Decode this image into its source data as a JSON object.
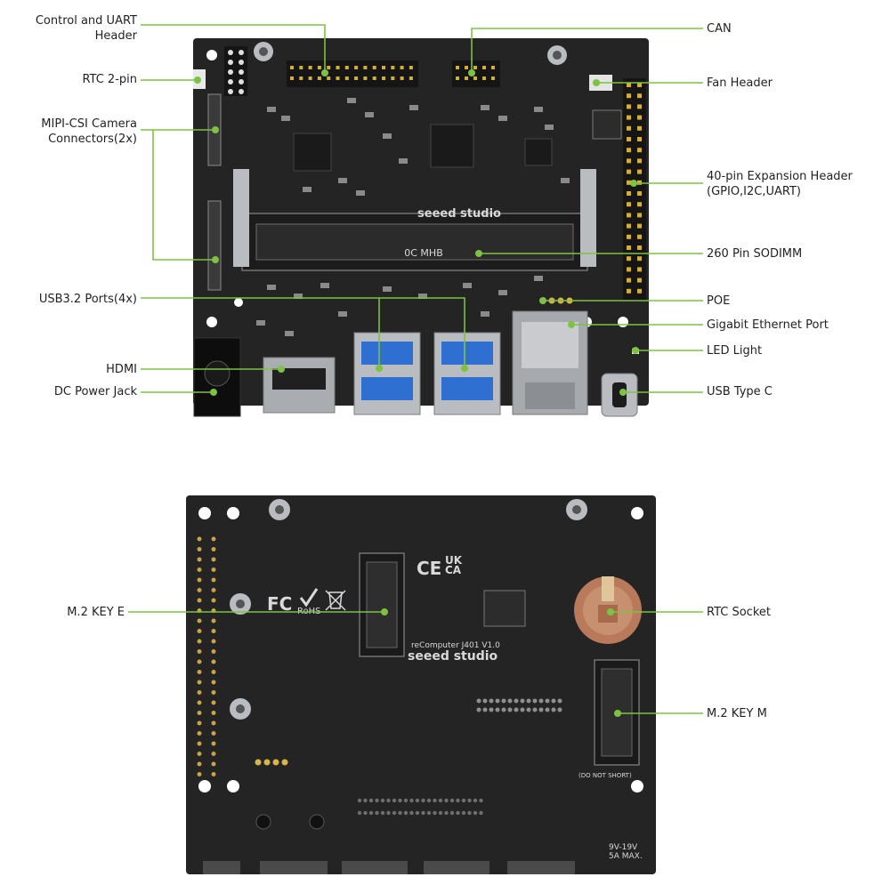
{
  "colors": {
    "leader": "#7dc242",
    "board": "#242424",
    "silkscreen": "#d9d9d9",
    "usb_blue": "#2f6fd1",
    "metal": "#b9bcc0"
  },
  "top_view": {
    "board_brand": "seeed studio",
    "sodimm_marking": "0C MHB",
    "labels": [
      {
        "id": "control-uart",
        "text": "Control and UART\nHeader"
      },
      {
        "id": "rtc-2pin",
        "text": "RTC 2-pin"
      },
      {
        "id": "mipi-csi",
        "text": "MIPI-CSI Camera\nConnectors(2x)"
      },
      {
        "id": "usb32",
        "text": "USB3.2 Ports(4x)"
      },
      {
        "id": "hdmi",
        "text": "HDMI"
      },
      {
        "id": "dc-jack",
        "text": "DC Power Jack"
      },
      {
        "id": "can",
        "text": "CAN"
      },
      {
        "id": "fan-header",
        "text": "Fan Header"
      },
      {
        "id": "expansion-40",
        "text": "40-pin Expansion Header\n(GPIO,I2C,UART)"
      },
      {
        "id": "sodimm-260",
        "text": "260 Pin SODIMM"
      },
      {
        "id": "poe",
        "text": "POE"
      },
      {
        "id": "ethernet",
        "text": "Gigabit Ethernet Port"
      },
      {
        "id": "led",
        "text": "LED Light"
      },
      {
        "id": "usb-c",
        "text": "USB Type C"
      }
    ]
  },
  "bottom_view": {
    "board_brand": "seeed studio",
    "board_model": "reComputer J401 V1.0",
    "power_marking": "9V-19V\n5A MAX.",
    "short_warning": "(DO NOT SHORT)",
    "cert_marks": [
      "FC",
      "CE",
      "UK\nCA",
      "RoHS"
    ],
    "labels": [
      {
        "id": "m2-key-e",
        "text": "M.2 KEY E"
      },
      {
        "id": "rtc-socket",
        "text": "RTC Socket"
      },
      {
        "id": "m2-key-m",
        "text": "M.2 KEY M"
      }
    ]
  }
}
